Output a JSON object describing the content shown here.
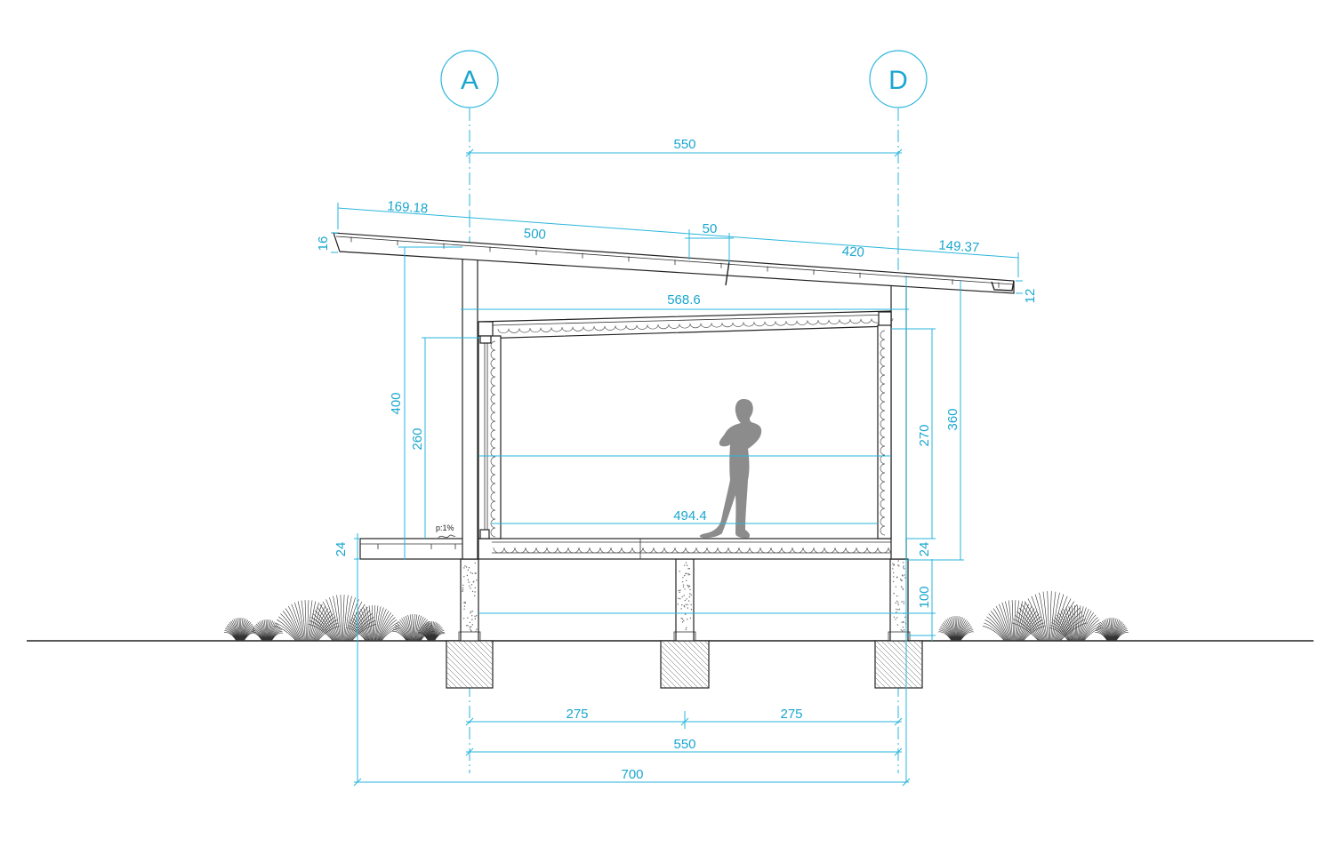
{
  "grid_axes": {
    "left": "A",
    "right": "D"
  },
  "dimensions": {
    "axis_span_top": "550",
    "roof_overhang_left": "169.18",
    "roof_left_span": "500",
    "roof_step": "50",
    "roof_right_span": "420",
    "roof_overhang_right": "149.37",
    "roof_thickness_left": "16",
    "roof_thickness_right": "12",
    "ceiling_length": "568.6",
    "height_left_total": "400",
    "height_door": "260",
    "floor_thickness_left": "24",
    "height_interior_right": "270",
    "height_right_total": "360",
    "floor_thickness_right": "24",
    "plinth_height": "100",
    "floor_interior_length": "494.4",
    "bay_left": "275",
    "bay_right": "275",
    "axis_span_bottom": "550",
    "overall_width": "700"
  },
  "annotations": {
    "terrace_slope": "p:1%"
  },
  "colors": {
    "dimension": "#2ab6dd",
    "linework": "#222222",
    "silhouette": "#8c8c8c"
  }
}
